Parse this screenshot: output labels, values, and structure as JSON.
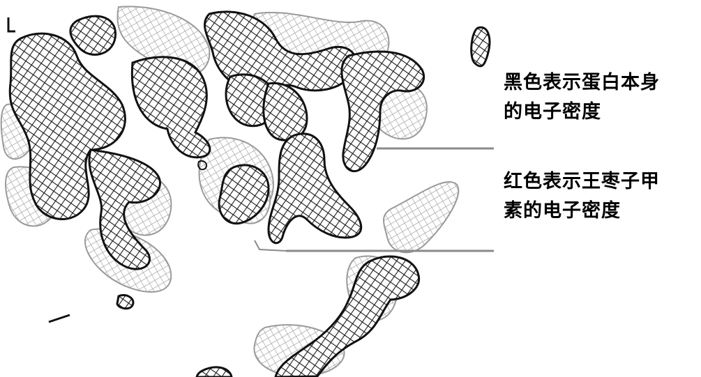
{
  "labels": {
    "black_density_line1": "黑色表示蛋白本身",
    "black_density_line2": "的电子密度",
    "red_density_line1": "红色表示王枣子甲",
    "red_density_line2": "素的电子密度"
  },
  "colors": {
    "background": "#ffffff",
    "protein_mesh": "#1c1c1c",
    "ligand_mesh": "#8c8c8c",
    "leader_line": "#8a8a8a",
    "text": "#000000"
  }
}
